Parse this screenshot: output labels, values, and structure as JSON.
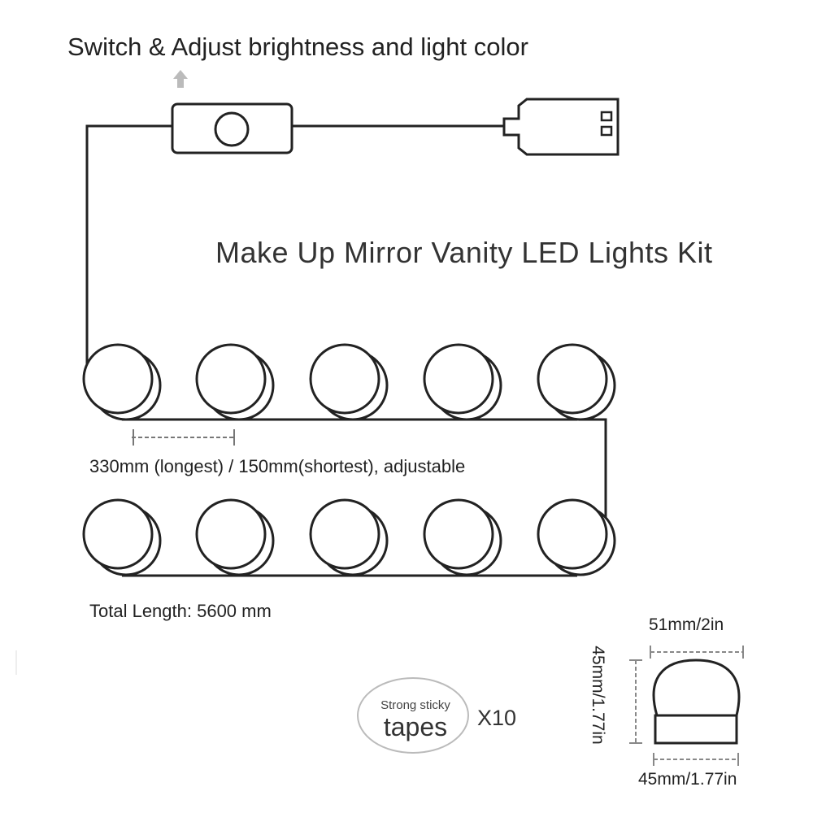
{
  "labels": {
    "switch": "Switch & Adjust brightness and light color",
    "title": "Make Up Mirror Vanity LED Lights Kit",
    "spacing": "330mm (longest) / 150mm(shortest), adjustable",
    "total_length": "Total Length: 5600 mm"
  },
  "tape": {
    "small_text": "Strong sticky",
    "big_text": "tapes",
    "quantity": "X10"
  },
  "bulb_dimensions": {
    "width_top": "51mm/2in",
    "height": "45mm/1.77in",
    "width_bottom": "45mm/1.77in"
  },
  "bulbs": {
    "rows": 2,
    "per_row": 5
  },
  "icons": {
    "arrow": "up-arrow-icon",
    "usb": "usb-plug-icon",
    "switch": "inline-switch-icon"
  }
}
